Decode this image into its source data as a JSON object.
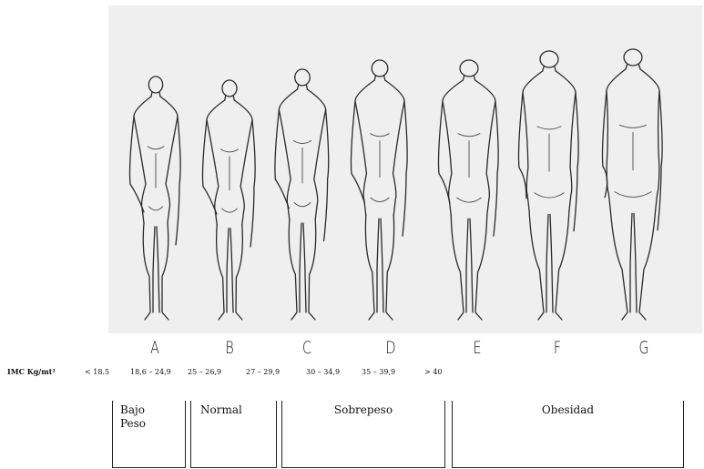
{
  "figure_letters": [
    "A",
    "B",
    "C",
    "D",
    "E",
    "F",
    "G"
  ],
  "imc_label": "IMC Kg/mt²",
  "ranges": [
    "< 18.5",
    "18,6 – 24,9",
    "25 – 26,9",
    "27 – 29,9",
    "30 – 34,9",
    "35 – 39,9",
    "> 40"
  ],
  "categories": [
    "Bajo Peso",
    "Normal",
    "Sobrepeso",
    "Obesidad"
  ],
  "body_widths": [
    1.0,
    1.05,
    1.08,
    1.15,
    1.32,
    1.45,
    1.62
  ]
}
